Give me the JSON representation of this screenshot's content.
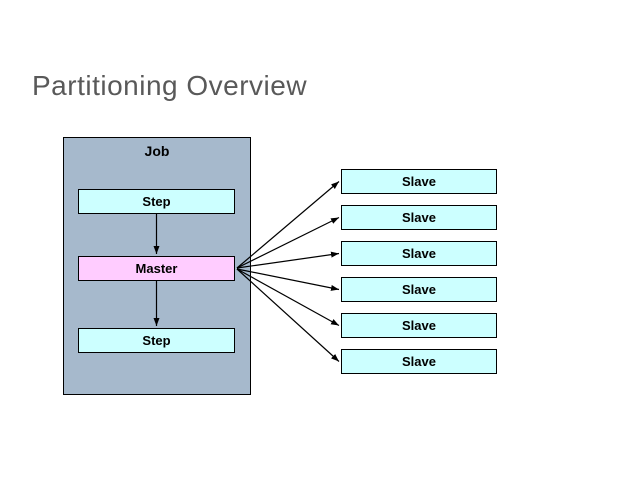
{
  "slide": {
    "title": "Partitioning Overview"
  },
  "diagram": {
    "job": {
      "label": "Job",
      "nodes": [
        {
          "id": "step-top",
          "label": "Step",
          "type": "step"
        },
        {
          "id": "master",
          "label": "Master",
          "type": "master"
        },
        {
          "id": "step-bottom",
          "label": "Step",
          "type": "step"
        }
      ]
    },
    "slaves": [
      {
        "label": "Slave"
      },
      {
        "label": "Slave"
      },
      {
        "label": "Slave"
      },
      {
        "label": "Slave"
      },
      {
        "label": "Slave"
      },
      {
        "label": "Slave"
      }
    ],
    "colors": {
      "job_fill": "#a6b9cc",
      "step_fill": "#ccffff",
      "master_fill": "#ffccff",
      "slave_fill": "#ccffff",
      "border": "#000000",
      "arrow": "#000000",
      "title_text": "#595959"
    }
  }
}
